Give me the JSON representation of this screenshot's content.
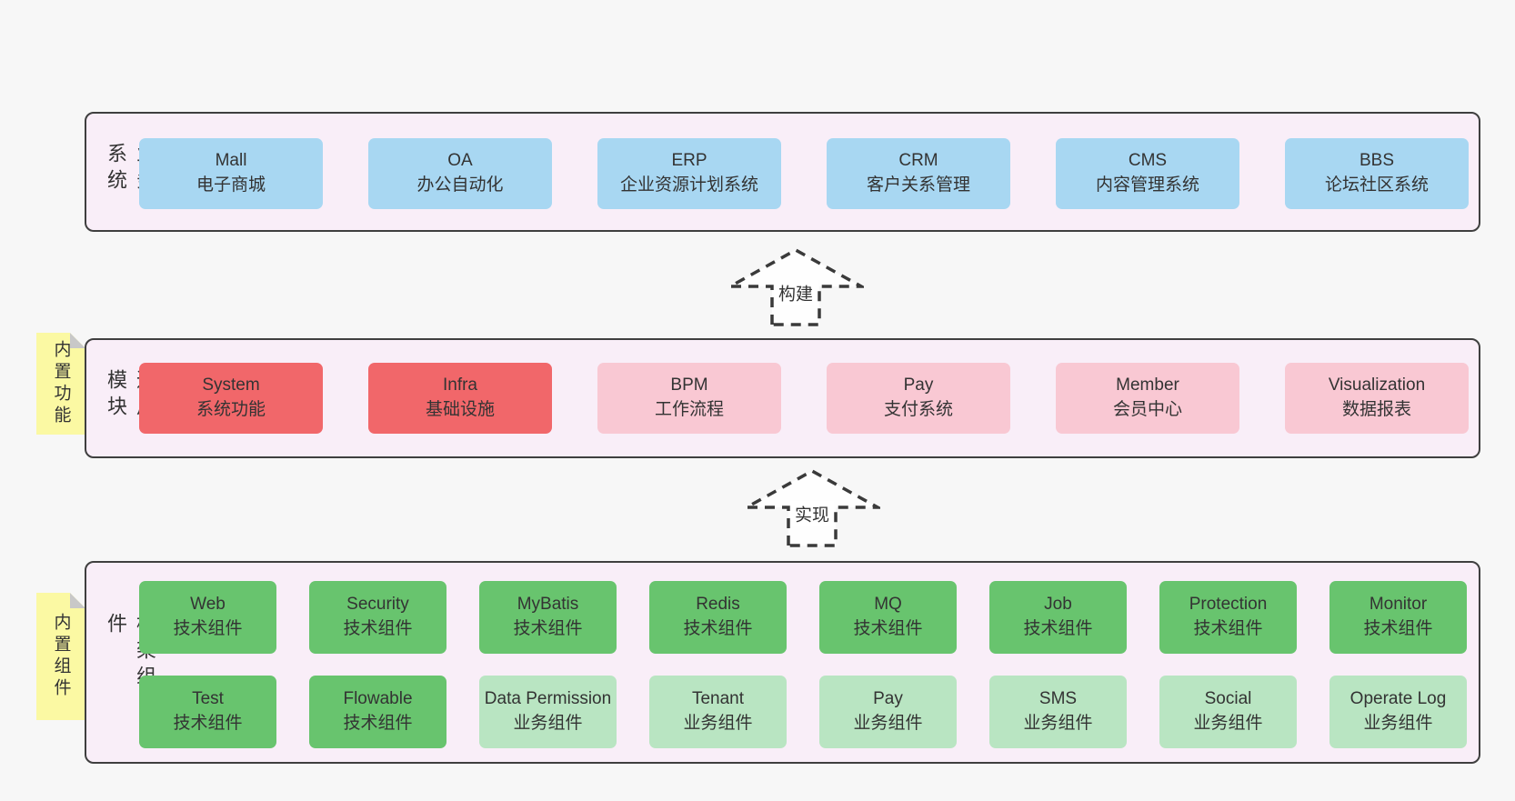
{
  "palette": {
    "bg": "#f7f7f7",
    "band": "#f9eef8",
    "border": "#3f3f3f",
    "text": "#333333",
    "blue": "#a8d7f2",
    "red": "#f1676a",
    "pink": "#f9c8d3",
    "green": "#68c46e",
    "lgreen": "#b9e5c2",
    "sticky": "#fbf9a3",
    "fold": "#c8c8c8"
  },
  "bands": [
    {
      "id": "business-systems",
      "label": "业务系统",
      "rows": [
        [
          {
            "title": "Mall",
            "subtitle": "电子商城",
            "variant": "blue"
          },
          {
            "title": "OA",
            "subtitle": "办公自动化",
            "variant": "blue"
          },
          {
            "title": "ERP",
            "subtitle": "企业资源计划系统",
            "variant": "blue"
          },
          {
            "title": "CRM",
            "subtitle": "客户关系管理",
            "variant": "blue"
          },
          {
            "title": "CMS",
            "subtitle": "内容管理系统",
            "variant": "blue"
          },
          {
            "title": "BBS",
            "subtitle": "论坛社区系统",
            "variant": "blue"
          }
        ]
      ]
    },
    {
      "id": "common-modules",
      "label": "通用模块",
      "sticky": "内置功能",
      "rows": [
        [
          {
            "title": "System",
            "subtitle": "系统功能",
            "variant": "red"
          },
          {
            "title": "Infra",
            "subtitle": "基础设施",
            "variant": "red"
          },
          {
            "title": "BPM",
            "subtitle": "工作流程",
            "variant": "pink"
          },
          {
            "title": "Pay",
            "subtitle": "支付系统",
            "variant": "pink"
          },
          {
            "title": "Member",
            "subtitle": "会员中心",
            "variant": "pink"
          },
          {
            "title": "Visualization",
            "subtitle": "数据报表",
            "variant": "pink"
          }
        ]
      ]
    },
    {
      "id": "framework-components",
      "label": "框架组件",
      "sticky": "内置组件",
      "rows": [
        [
          {
            "title": "Web",
            "subtitle": "技术组件",
            "variant": "green"
          },
          {
            "title": "Security",
            "subtitle": "技术组件",
            "variant": "green"
          },
          {
            "title": "MyBatis",
            "subtitle": "技术组件",
            "variant": "green"
          },
          {
            "title": "Redis",
            "subtitle": "技术组件",
            "variant": "green"
          },
          {
            "title": "MQ",
            "subtitle": "技术组件",
            "variant": "green"
          },
          {
            "title": "Job",
            "subtitle": "技术组件",
            "variant": "green"
          },
          {
            "title": "Protection",
            "subtitle": "技术组件",
            "variant": "green"
          },
          {
            "title": "Monitor",
            "subtitle": "技术组件",
            "variant": "green"
          }
        ],
        [
          {
            "title": "Test",
            "subtitle": "技术组件",
            "variant": "green"
          },
          {
            "title": "Flowable",
            "subtitle": "技术组件",
            "variant": "green"
          },
          {
            "title": "Data Permission",
            "subtitle": "业务组件",
            "variant": "lgreen"
          },
          {
            "title": "Tenant",
            "subtitle": "业务组件",
            "variant": "lgreen"
          },
          {
            "title": "Pay",
            "subtitle": "业务组件",
            "variant": "lgreen"
          },
          {
            "title": "SMS",
            "subtitle": "业务组件",
            "variant": "lgreen"
          },
          {
            "title": "Social",
            "subtitle": "业务组件",
            "variant": "lgreen"
          },
          {
            "title": "Operate Log",
            "subtitle": "业务组件",
            "variant": "lgreen"
          }
        ]
      ]
    }
  ],
  "arrows": [
    {
      "label": "构建"
    },
    {
      "label": "实现"
    }
  ]
}
